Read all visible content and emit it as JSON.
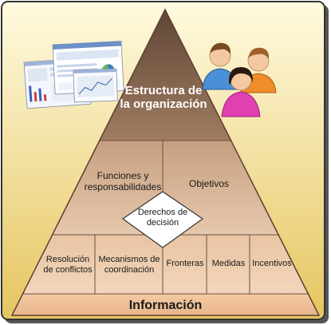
{
  "diagram": {
    "top_title": "Estructura de la organización",
    "functions": "Funciones y responsabilidades",
    "objectives": "Objetivos",
    "decision_rights": "Derechos de decisión",
    "conflict_resolution": "Resolución de conflictos",
    "coordination": "Mecanismos de coordinación",
    "borders": "Fronteras",
    "measures": "Medidas",
    "incentives": "Incentivos",
    "information": "Información"
  },
  "icons": {
    "screenshots": "dashboard-screenshots-icon",
    "people": "people-group-icon"
  },
  "colors": {
    "background_light": "#fffbe0",
    "background_dark": "#e8c862",
    "pyramid_top": "#7a5a45",
    "pyramid_mid": "#d9b79a",
    "pyramid_base": "#f0c9a5",
    "diamond": "#ffffff"
  }
}
